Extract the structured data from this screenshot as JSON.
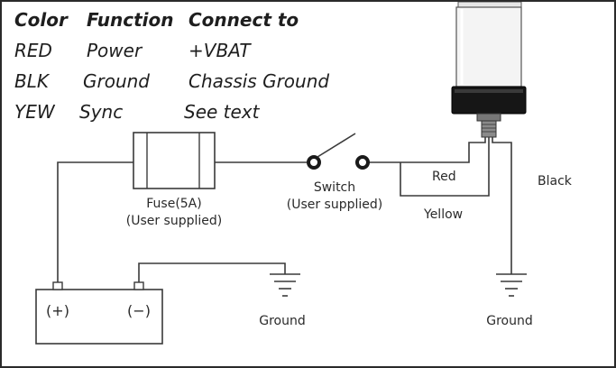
{
  "legend": {
    "headers": [
      "Color",
      "Function",
      "Connect to"
    ],
    "rows": [
      [
        "RED",
        "Power",
        "+VBAT"
      ],
      [
        "BLK",
        "Ground",
        "Chassis Ground"
      ],
      [
        "YEW",
        "Sync",
        "See text"
      ]
    ]
  },
  "labels": {
    "fuse": "Fuse(5A)",
    "fuse_note": "(User supplied)",
    "switch": "Switch",
    "switch_note": "(User supplied)",
    "battery_pos": "(+)",
    "battery_neg": "(−)",
    "ground_left": "Ground",
    "ground_right": "Ground",
    "wire_red": "Red",
    "wire_yellow": "Yellow",
    "wire_black": "Black"
  }
}
